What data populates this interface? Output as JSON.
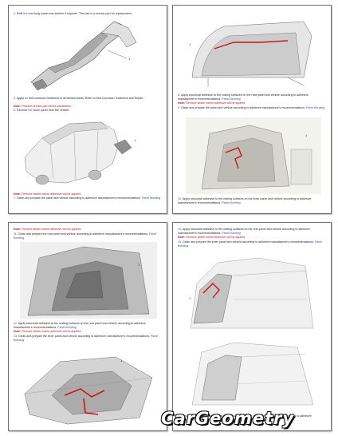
{
  "colors": {
    "red": "#d0101a",
    "link": "#2a4fc0",
    "text": "#222222",
    "border": "#6e6e6e"
  },
  "logo": "CarGeometry",
  "pages": [
    {
      "steps": [
        {
          "num": "4.",
          "pre": "Refit",
          "link": "the",
          "post": "rear body panel rear section if required. The part is a service part for replacement."
        },
        {
          "num": "5.",
          "pre": "Apply",
          "link": "an",
          "post": "anti-corrosion treatment to all welded areas. Refer to Anti-Corrosion Treatment and Repair."
        },
        {
          "num": "6.",
          "pre": "Remove",
          "link": "the",
          "post": "lower panel from the vehicle."
        }
      ],
      "notes": [
        {
          "label": "Note:",
          "text": "Prepare service part before installation."
        },
        {
          "label": "Note:",
          "text": "Remove sealer where adhesive will be applied."
        }
      ],
      "step7": {
        "num": "7.",
        "text": "Clean and prepare the panel and vehicle according to adhesive manufacturer's recommendations.",
        "tail": "Panel Bonding"
      }
    },
    {
      "steps": [
        {
          "num": "8.",
          "text": "Apply structural adhesive to the mating surfaces on the rear panel and vehicle according to adhesive manufacturer's recommendations.",
          "tail": "Panel Bonding"
        },
        {
          "num": "9.",
          "text": "Clean and prepare the panel and vehicle according to adhesive manufacturer's recommendations.",
          "tail": "Panel Bonding"
        },
        {
          "num": "10.",
          "text": "Apply structural adhesive to the mating surfaces on the inner panel and vehicle according to adhesive manufacturer's recommendations.",
          "tail": "Panel Bonding"
        }
      ],
      "notes": [
        {
          "label": "Note:",
          "text": "Remove sealer where adhesive will be applied."
        }
      ]
    },
    {
      "steps": [
        {
          "num": "11.",
          "text": "Clean and prepare the rear panel and vehicle according to adhesive manufacturer's recommendations.",
          "tail": "Panel Bonding"
        },
        {
          "num": "12.",
          "text": "Apply structural adhesive to the mating surfaces on the rear panel and vehicle according to adhesive manufacturer's recommendations.",
          "tail": "Panel Bonding"
        },
        {
          "num": "13.",
          "text": "Clean and prepare the inner panel and vehicle according to adhesive manufacturer's recommendations.",
          "tail": "Panel Bonding"
        }
      ],
      "notes": [
        {
          "label": "Note:",
          "text": "Remove sealer where adhesive will be applied."
        },
        {
          "label": "Note:",
          "text": "Remove sealer where adhesive will be applied."
        }
      ]
    },
    {
      "steps": [
        {
          "num": "14.",
          "text": "Apply structural adhesive to the mating surfaces on the rear panel and vehicle according to adhesive manufacturer's recommendations.",
          "tail": "Panel Bonding"
        },
        {
          "num": "15.",
          "text": "Clean and prepare the inner panel and vehicle according to adhesive manufacturer's recommendations.",
          "tail": "Panel Bonding"
        },
        {
          "num": "16.",
          "text": "Apply structural adhesive to the mating surfaces on the outer panel and vehicle according to adhesive manufacturer's recommendations.",
          "tail": "Panel Bonding"
        }
      ],
      "notes": [
        {
          "label": "Note:",
          "text": "Remove sealer where adhesive will be applied."
        }
      ]
    }
  ]
}
